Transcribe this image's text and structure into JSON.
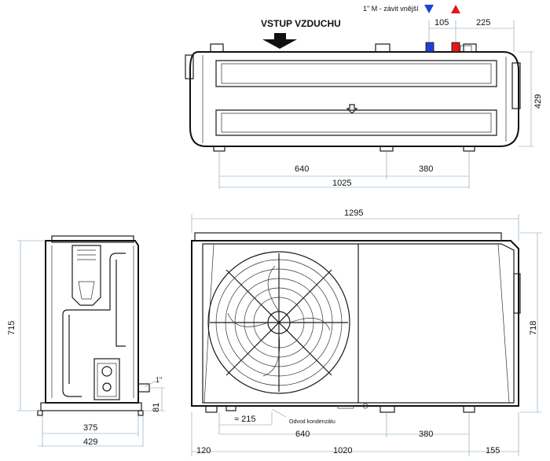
{
  "top_view": {
    "air_inlet_label": "VSTUP VZDUCHU",
    "thread_label": "1\" M - závit vnější",
    "inlet_color": "#1f3fd6",
    "outlet_color": "#e01818",
    "dims": {
      "pipe_spacing": "105",
      "pipe_to_edge": "225",
      "depth": "429",
      "foot_left": "640",
      "foot_right": "380",
      "foot_total": "1025"
    }
  },
  "side_view": {
    "height": "715",
    "thread": "1\"",
    "pipe_height": "81",
    "foot_width": "375",
    "depth": "429"
  },
  "front_view": {
    "width": "1295",
    "height": "718",
    "drain_offset": "≈ 215",
    "drain_label": "Odvod kondenzátu",
    "foot_left": "640",
    "foot_right": "380",
    "left_margin": "120",
    "foot_span": "1020",
    "right_margin": "155"
  }
}
